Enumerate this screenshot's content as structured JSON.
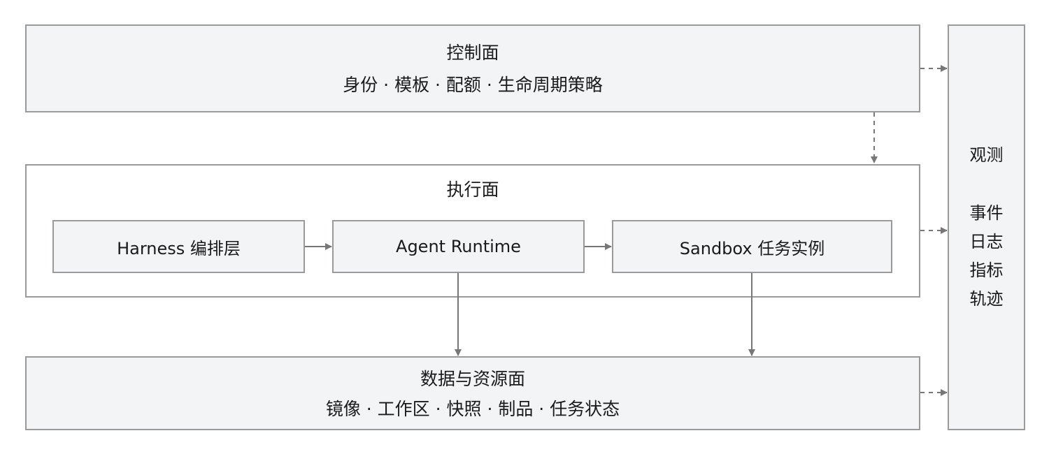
{
  "control_plane": {
    "title": "控制面",
    "subtitle": "身份 · 模板 · 配额 · 生命周期策略"
  },
  "execution_plane": {
    "title": "执行面",
    "harness": "Harness 编排层",
    "runtime": "Agent Runtime",
    "sandbox": "Sandbox 任务实例"
  },
  "data_plane": {
    "title": "数据与资源面",
    "subtitle": "镜像 · 工作区 · 快照 · 制品 · 任务状态"
  },
  "observability": {
    "title": "观测",
    "items": [
      "事件",
      "日志",
      "指标",
      "轨迹"
    ]
  },
  "colors": {
    "box_fill": "#f3f4f6",
    "border": "#9a9a9a",
    "arrow": "#777777"
  }
}
